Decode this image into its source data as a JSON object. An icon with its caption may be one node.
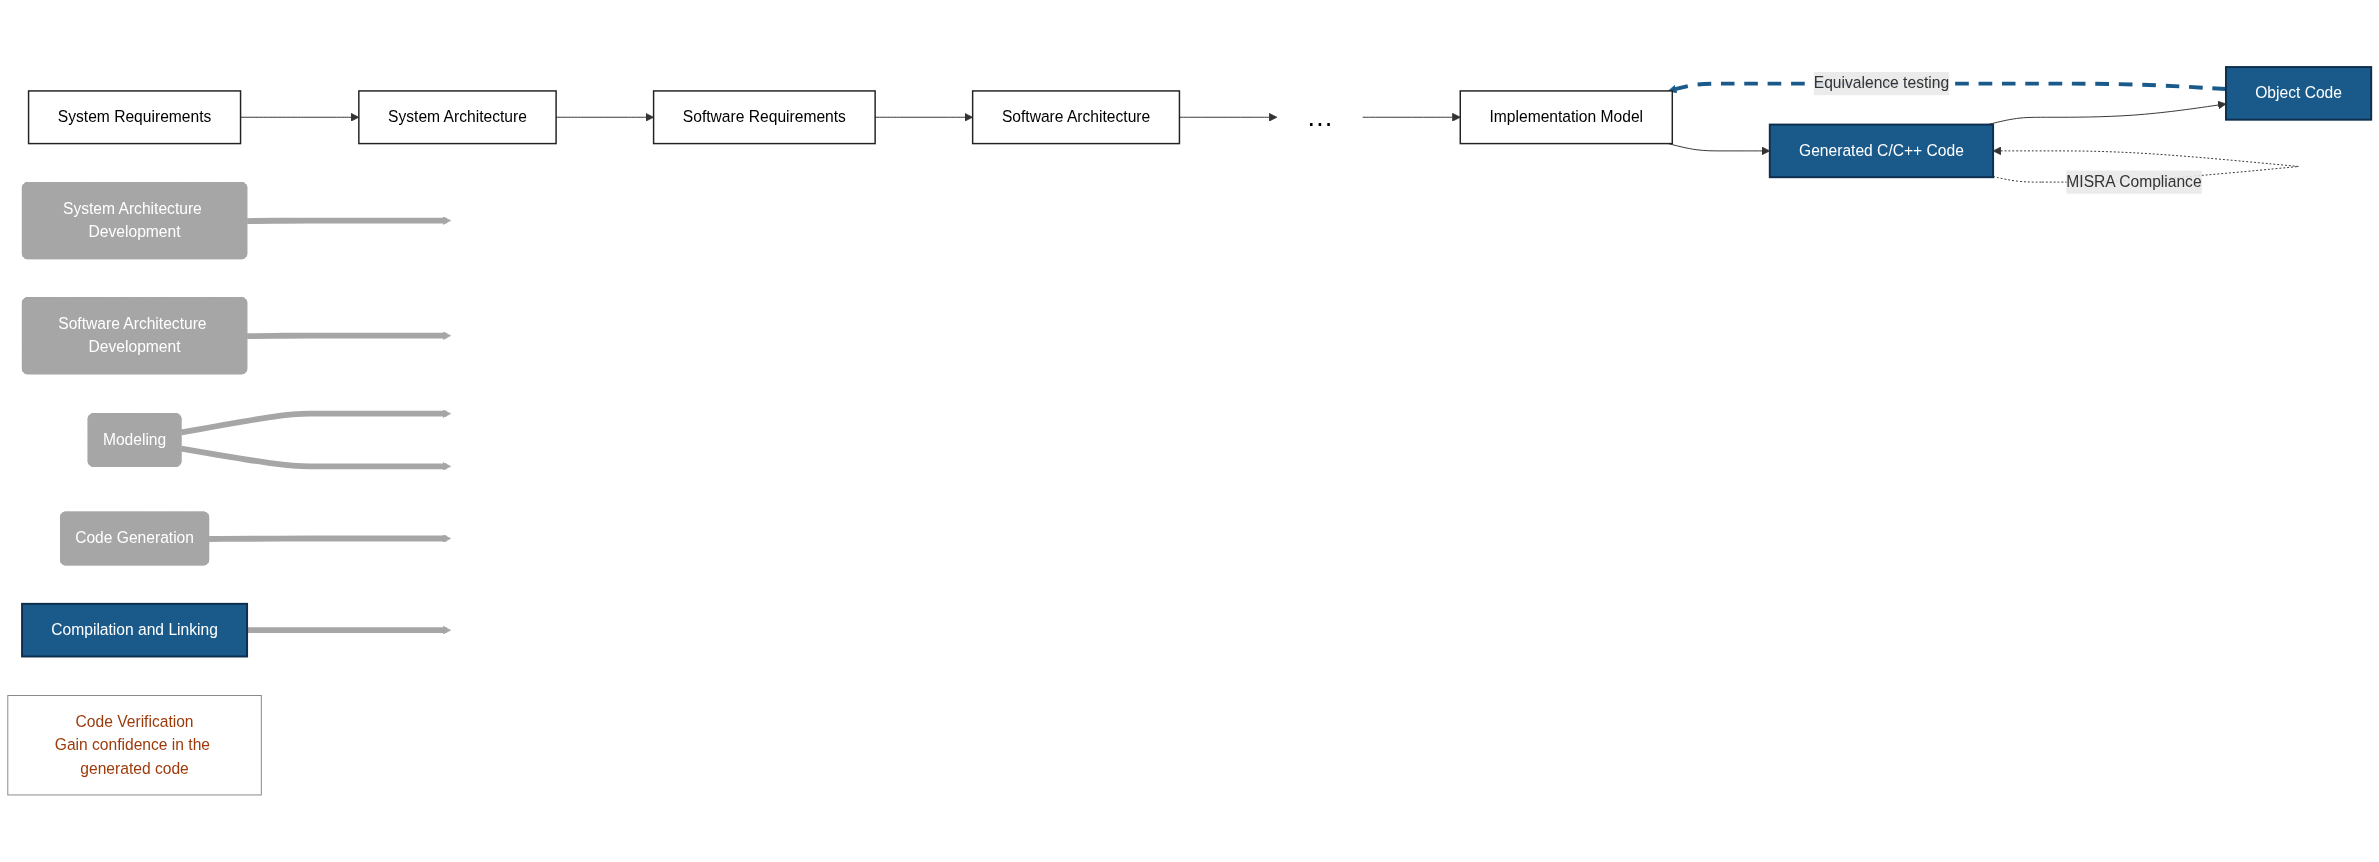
{
  "diagram": {
    "nodes": [
      {
        "text": [
          "System Requirements"
        ]
      },
      {
        "text": [
          "System Architecture"
        ]
      },
      {
        "text": [
          "Software Requirements"
        ]
      },
      {
        "text": [
          "Software Architecture"
        ]
      },
      {
        "text": [
          "…"
        ]
      },
      {
        "text": [
          "Implementation Model"
        ]
      },
      {
        "text": [
          "Generated C/C++ Code"
        ]
      },
      {
        "text": [
          "Object Code"
        ]
      },
      {
        "text": [
          "System Architecture Development"
        ]
      },
      {
        "text": [
          "Software Architecture Development"
        ]
      },
      {
        "text": [
          "Modeling"
        ]
      },
      {
        "text": [
          "Code Generation"
        ]
      },
      {
        "text": [
          "Compilation and Linking"
        ]
      },
      {
        "text": [
          "Code Verification",
          "Gain confidence in the generated code"
        ]
      }
    ],
    "edges": [
      {
        "from": 0,
        "to": 1,
        "arrow": "to"
      },
      {
        "from": 1,
        "to": 2,
        "arrow": "to"
      },
      {
        "from": 2,
        "to": 3,
        "arrow": "to"
      },
      {
        "from": 3,
        "to": 4,
        "arrow": "to"
      },
      {
        "from": 4,
        "to": 5,
        "arrow": "to"
      },
      {
        "from": 5,
        "to": 6,
        "arrow": "to"
      },
      {
        "from": 6,
        "to": 7,
        "arrow": "to"
      },
      {
        "from": 8,
        "to": null,
        "arrow": "to",
        "style": "thick",
        "color": "#a6a6a6"
      },
      {
        "from": 9,
        "to": null,
        "arrow": "to",
        "style": "thick",
        "color": "#a6a6a6"
      },
      {
        "from": 10,
        "to": null,
        "arrow": "to",
        "style": "thick",
        "color": "#a6a6a6"
      },
      {
        "from": 10,
        "to": null,
        "arrow": "to",
        "style": "thick",
        "color": "#a6a6a6"
      },
      {
        "from": 11,
        "to": null,
        "arrow": "to",
        "style": "thick",
        "color": "#a6a6a6"
      },
      {
        "from": 12,
        "to": null,
        "arrow": "to",
        "style": "thick",
        "color": "#a6a6a6"
      },
      {
        "from": 6,
        "to": 6,
        "arrow": "to",
        "style": "dashed",
        "label": "MISRA Compliance"
      },
      {
        "from": 7,
        "to": 5,
        "arrow": "to",
        "style": "dashed",
        "color": "#1a5a8a",
        "label": "Equivalence testing"
      }
    ]
  }
}
